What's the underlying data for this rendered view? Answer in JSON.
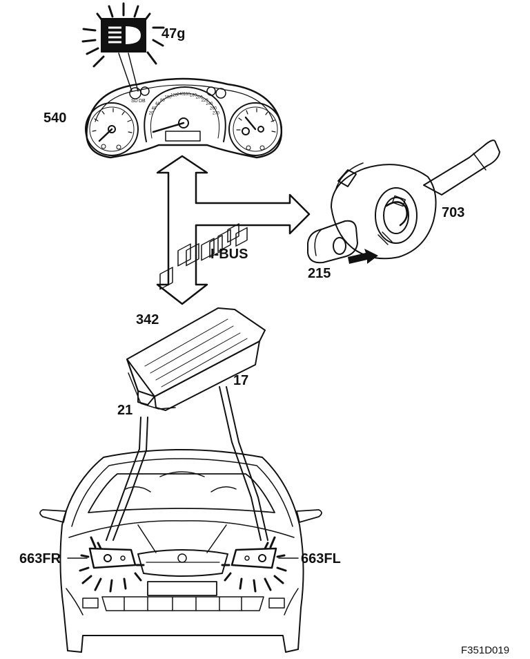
{
  "figure_id": "F351D019",
  "bus_label": "I-BUS",
  "telltale": {
    "label": "47g",
    "icon": "headlamp-telltale-icon"
  },
  "components": {
    "instrument_cluster": {
      "label": "540"
    },
    "light_switch_stalk": {
      "label": "703"
    },
    "stalk_button": {
      "label": "215"
    },
    "central_electronic_module": {
      "label": "342"
    },
    "headlamp_right": {
      "label": "663FR"
    },
    "headlamp_left": {
      "label": "663FL"
    }
  },
  "wires": {
    "to_right": "21",
    "to_left": "17"
  },
  "speedometer_ticks": [
    "20",
    "40",
    "60",
    "80",
    "100",
    "120",
    "140",
    "160",
    "180",
    "200",
    "220",
    "240",
    "260",
    "270"
  ],
  "cluster_small_text": [
    "60",
    "SD",
    "DB"
  ]
}
